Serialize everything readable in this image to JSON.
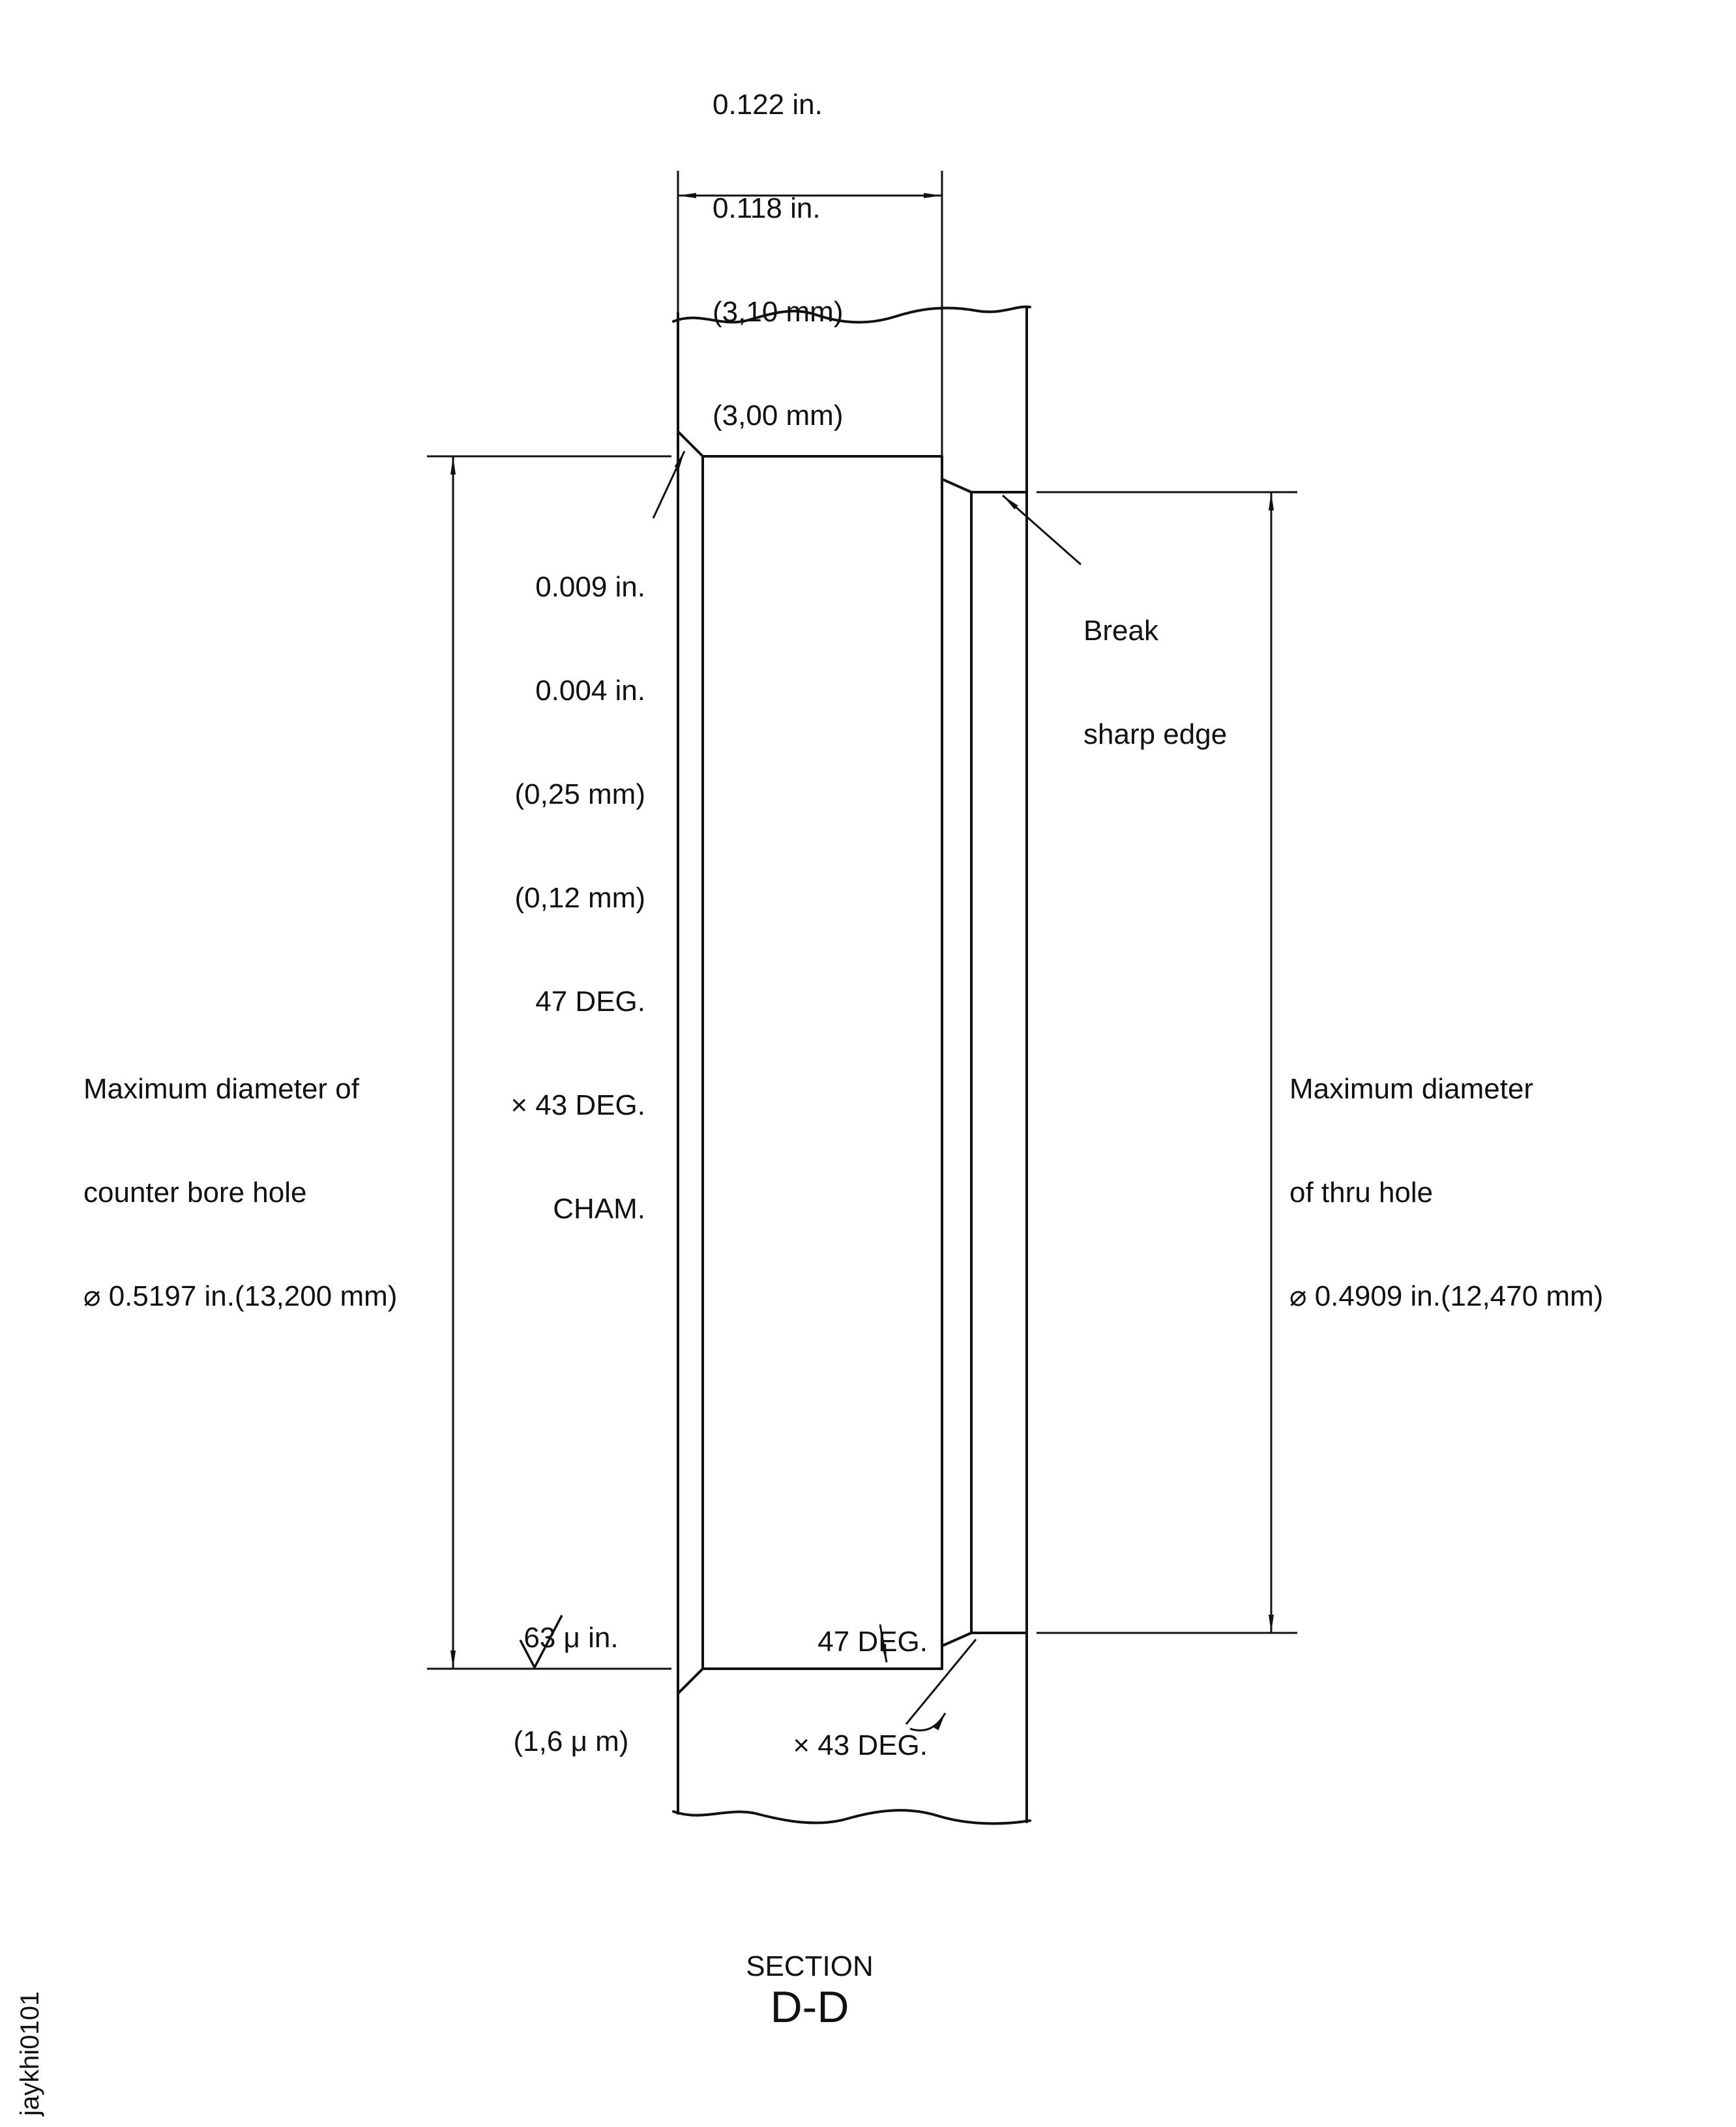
{
  "colors": {
    "ink": "#111111",
    "background": "#ffffff"
  },
  "notes": {
    "top_dimension": {
      "lines": [
        "0.122 in.",
        "0.118 in.",
        "(3,10 mm)",
        "(3,00 mm)"
      ]
    },
    "entry_chamfer": {
      "lines": [
        "0.009 in.",
        "0.004 in.",
        "(0,25 mm)",
        "(0,12 mm)",
        "47 DEG.",
        "× 43 DEG.",
        "CHAM."
      ]
    },
    "break_edge": {
      "lines": [
        "Break",
        "sharp edge"
      ]
    },
    "counterbore_label": {
      "lines": [
        "Maximum diameter of",
        "counter bore hole",
        "⌀ 0.5197 in.(13,200 mm)"
      ]
    },
    "thru_hole_label": {
      "lines": [
        "Maximum diameter",
        "of thru hole",
        "⌀ 0.4909 in.(12,470 mm)"
      ]
    },
    "surface_finish": {
      "lines": [
        "63 μ in.",
        "(1,6 μ m)"
      ]
    },
    "step_chamfer": {
      "lines": [
        "47 DEG.",
        "× 43 DEG."
      ]
    }
  },
  "caption": {
    "section_label": "SECTION",
    "section_name": "D-D"
  },
  "watermark": "jaykhi0101"
}
